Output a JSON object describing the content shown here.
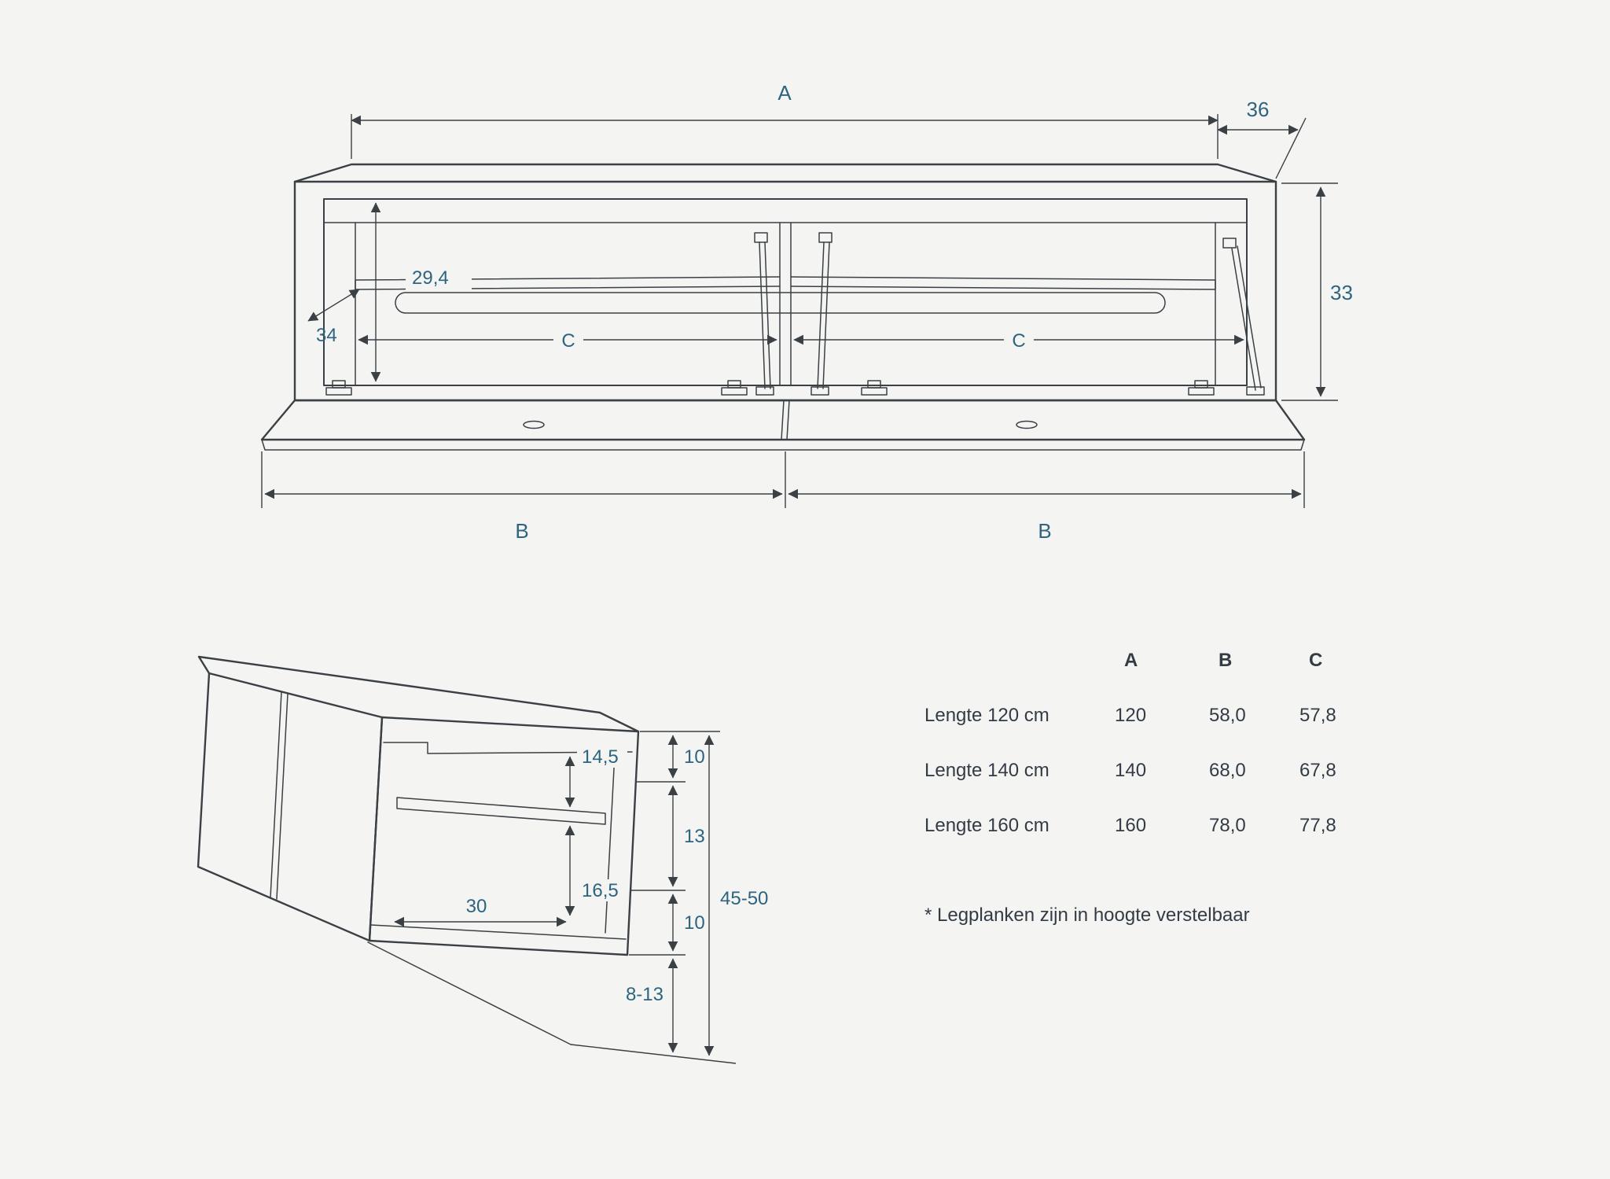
{
  "colors": {
    "background": "#f4f4f2",
    "line": "#3b4045",
    "dimension_text": "#2e6480",
    "table_text": "#333b45"
  },
  "front_view": {
    "total_width_label": "A",
    "depth": "36",
    "height": "33",
    "interior_height": "29,4",
    "interior_depth": "34",
    "compartment_width": "C",
    "flap_width": "B"
  },
  "side_view": {
    "top_compartment_height": "14,5",
    "bottom_compartment_height": "16,5",
    "interior_depth": "30",
    "seg_top": "10",
    "seg_middle": "13",
    "seg_lower": "10",
    "bottom_gap_range": "8-13",
    "height_range": "45-50"
  },
  "table": {
    "col_headers": [
      "A",
      "B",
      "C"
    ],
    "rows": [
      {
        "label": "Lengte 120 cm",
        "a": "120",
        "b": "58,0",
        "c": "57,8"
      },
      {
        "label": "Lengte 140 cm",
        "a": "140",
        "b": "68,0",
        "c": "67,8"
      },
      {
        "label": "Lengte 160 cm",
        "a": "160",
        "b": "78,0",
        "c": "77,8"
      }
    ],
    "footnote": "* Legplanken zijn in hoogte verstelbaar"
  }
}
